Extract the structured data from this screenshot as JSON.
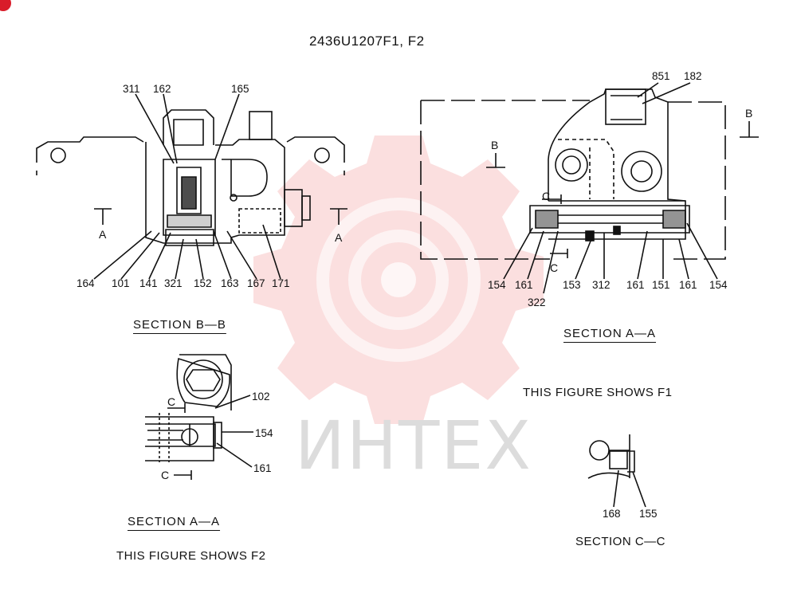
{
  "title": "2436U1207F1, F2",
  "watermark": {
    "text": "ИНТЕХ",
    "color": "#f28c8c"
  },
  "section_bb": {
    "title": "SECTION  B—B",
    "callouts_top": [
      "311",
      "162",
      "165"
    ],
    "callouts_bottom": [
      "164",
      "101",
      "141",
      "321",
      "152",
      "163",
      "167",
      "171"
    ],
    "cut_markers": [
      "A",
      "A"
    ]
  },
  "section_aa_f1": {
    "title": "SECTION  A—A",
    "caption": "THIS FIGURE SHOWS   F1",
    "callouts_top": [
      "851",
      "182"
    ],
    "callouts_bottom": [
      "154",
      "161",
      "322",
      "153",
      "312",
      "161",
      "151",
      "161",
      "154"
    ],
    "cut_markers": [
      "B",
      "B",
      "C",
      "C"
    ]
  },
  "section_aa_f2": {
    "title": "SECTION  A—A",
    "caption": "THIS FIGURE SHOWS   F2",
    "callouts": [
      "102",
      "154",
      "161"
    ],
    "cut_markers": [
      "C",
      "C"
    ]
  },
  "section_cc": {
    "title": "SECTION  C—C",
    "callouts": [
      "168",
      "155"
    ]
  }
}
